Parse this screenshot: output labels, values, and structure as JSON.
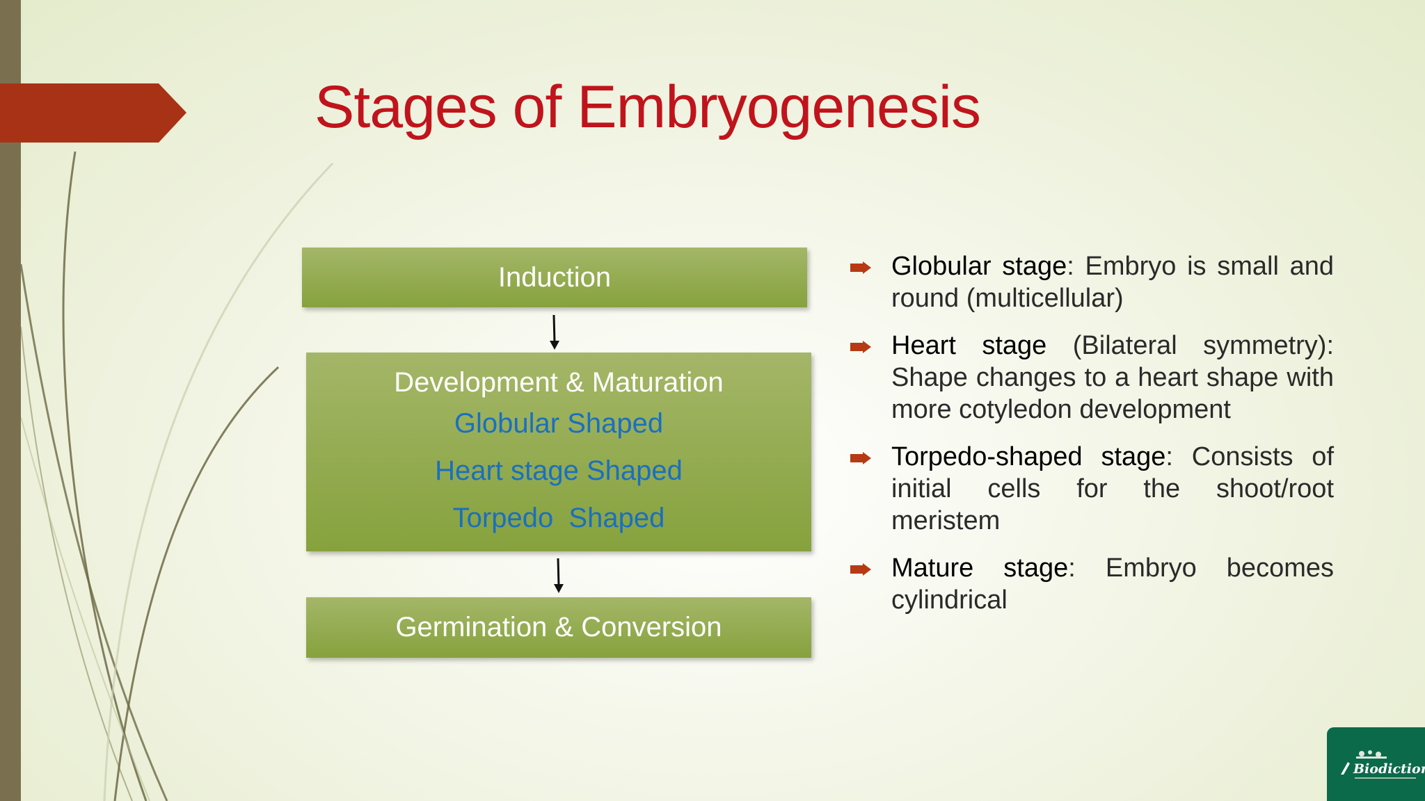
{
  "slide": {
    "title": "Stages of Embryogenesis",
    "colors": {
      "title": "#c0141c",
      "accent_arrow": "#a83216",
      "box": "#8fa84a",
      "stage_text": "#1a6fc0",
      "logo_bg": "#0b6a4a"
    }
  },
  "flowchart": {
    "induction": "Induction",
    "development": {
      "heading": "Development & Maturation",
      "stages": [
        "Globular Shaped",
        "Heart stage Shaped",
        "Torpedo  Shaped"
      ]
    },
    "germination": "Germination & Conversion"
  },
  "bullets": [
    {
      "term": "Globular stage",
      "rest": ": Embryo is small and round (multicellular)"
    },
    {
      "term": "Heart stage",
      "rest": " (Bilateral symmetry): Shape changes to a heart shape with more cotyledon development"
    },
    {
      "term": "Torpedo-shaped stage",
      "rest": ": Consists of initial cells for the shoot/root meristem"
    },
    {
      "term": "Mature stage",
      "rest": ": Embryo becomes cylindrical"
    }
  ],
  "logo": {
    "text": "Biodiction",
    "icon": "leaf-mark-icon"
  }
}
